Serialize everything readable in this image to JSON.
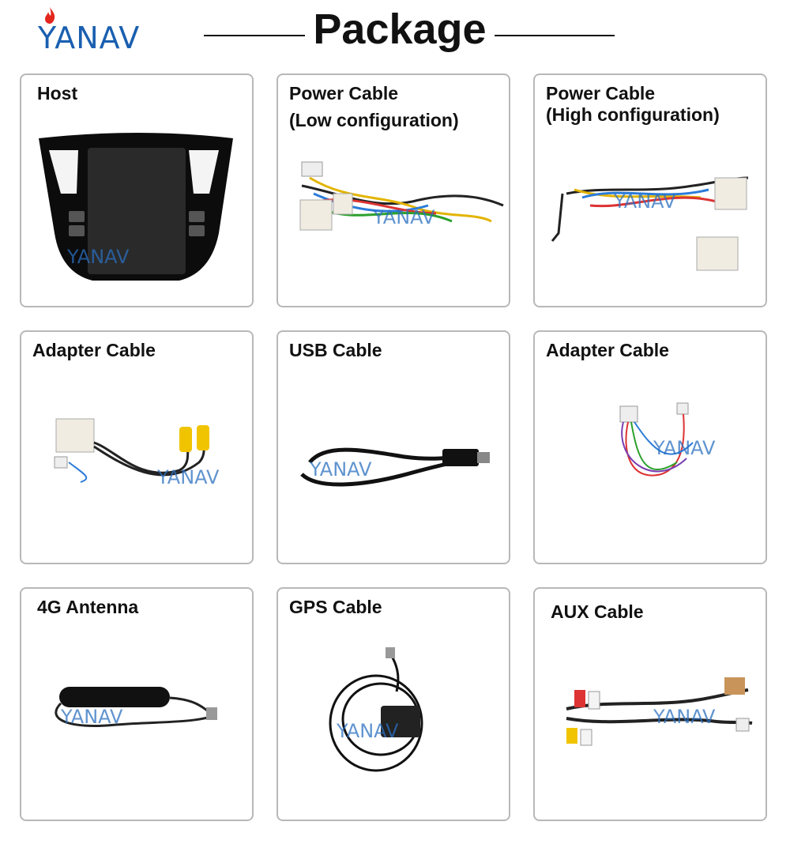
{
  "brand": {
    "logo_text": "YANAV",
    "accent": "#1a5fb0",
    "flame_color": "#e3261c"
  },
  "header": {
    "title": "Package"
  },
  "items": [
    {
      "label": "Host",
      "icon": "head-unit-image"
    },
    {
      "label": "Power Cable\n(Low configuration)",
      "icon": "power-cable-image"
    },
    {
      "label": "Power Cable\n(High configuration)",
      "icon": "power-cable-image"
    },
    {
      "label": "Adapter Cable",
      "icon": "rca-adapter-image"
    },
    {
      "label": "USB Cable",
      "icon": "usb-cable-image"
    },
    {
      "label": "Adapter Cable",
      "icon": "wire-adapter-image"
    },
    {
      "label": "4G Antenna",
      "icon": "antenna-image"
    },
    {
      "label": "GPS Cable",
      "icon": "gps-image"
    },
    {
      "label": "AUX Cable",
      "icon": "aux-cable-image"
    }
  ],
  "watermark": "YANAV"
}
